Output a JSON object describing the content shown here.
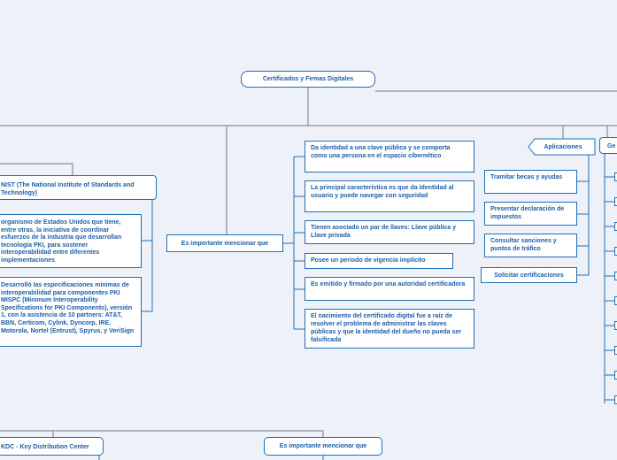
{
  "root": {
    "title": "Certificados y Firmas Digitales"
  },
  "nist": {
    "title": "NIST (The National Institute of Standards and Technology)",
    "description": "organismo de Estados Unidos que tiene, entre otras, la iniciativa de coordinar esfuerzos de la industria que desarrollan tecnología PKI, para sostener interoperabilidad entre diferentes implementaciones",
    "specs": "Desarrolló las especificaciones mínimas de interoperabilidad para componentes PKI MISPC (Minimum Interoperability Specifications for PKI Components), versión 1, con la asistencia de 10 partners: AT&T, BBN, Certicom, Cylink, Dyncorp, IRE, Motorola, Nortel (Entrust), Spyrus, y VeriSign"
  },
  "important_1": {
    "label": "Es importante mencionar que",
    "items": [
      "Da identidad a una clave pública y se comporta como una persona en el espacio cibernético",
      "La principal característica es que da identidad al usuario y puede navegar con seguridad",
      "Tienen asociado un par de llaves: Llave pública y Llave privada",
      "Posee un periodo de vigencia implícito",
      "Es emitido y firmado por una autoridad certificadora",
      "El nacimiento del certificado digital fue a raíz de resolver el problema de administrar las claves públicas y que la identidad del dueño no pueda ser falsificada"
    ]
  },
  "applications": {
    "label": "Aplicaciones",
    "items": [
      "Tramitar becas y ayudas",
      "Presentar declaración de impuestos",
      "Consultar sanciones y puntos de tráfico",
      "Solicitar certificaciones"
    ]
  },
  "right_partial": {
    "label": "Ge"
  },
  "kdc": {
    "label": "KDC - Key Distribution Center"
  },
  "important_2": {
    "label": "Es importante mencionar que"
  }
}
